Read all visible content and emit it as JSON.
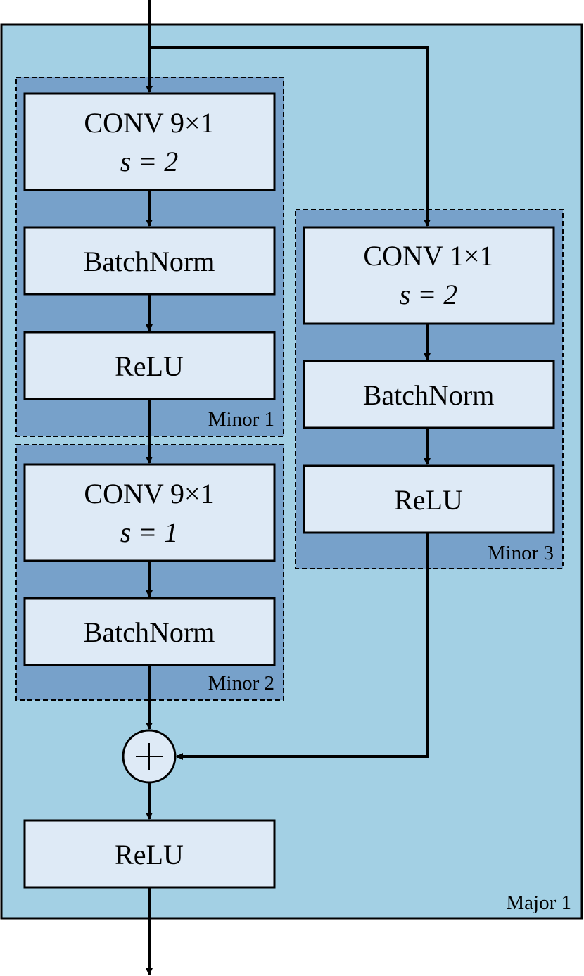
{
  "colors": {
    "major_fill": "#a3d0e4",
    "minor_fill": "#77a1ca",
    "box_fill": "#deeaf6"
  },
  "major": {
    "label": "Major 1"
  },
  "minor1": {
    "label": "Minor 1",
    "conv": "CONV 9×1",
    "stride": "s = 2",
    "bn": "BatchNorm",
    "relu": "ReLU"
  },
  "minor2": {
    "label": "Minor 2",
    "conv": "CONV 9×1",
    "stride": "s = 1",
    "bn": "BatchNorm"
  },
  "minor3": {
    "label": "Minor 3",
    "conv": "CONV 1×1",
    "stride": "s = 2",
    "bn": "BatchNorm",
    "relu": "ReLU"
  },
  "sum": {
    "symbol": "+"
  },
  "final": {
    "relu": "ReLU"
  }
}
